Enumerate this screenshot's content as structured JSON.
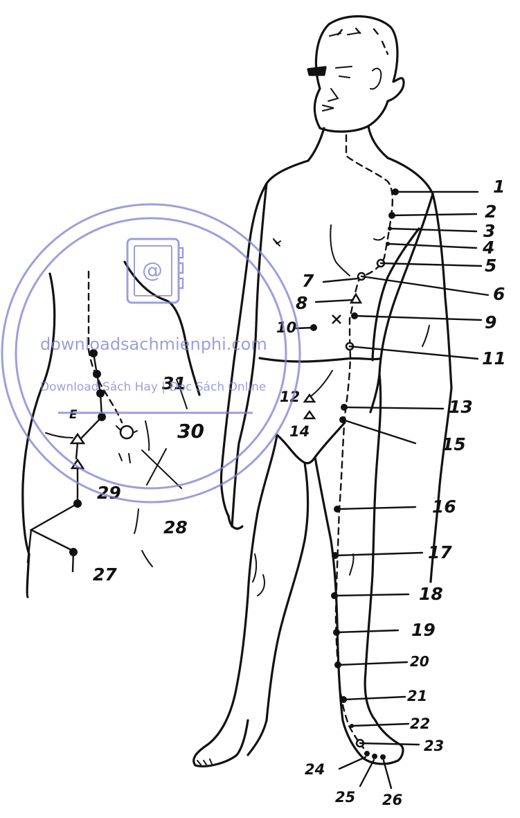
{
  "labels": {
    "n1": "1",
    "n2": "2",
    "n3": "3",
    "n4": "4",
    "n5": "5",
    "n6": "6",
    "n7": "7",
    "n8": "8",
    "n9": "9",
    "n10": "10",
    "n11": "11",
    "n12": "12",
    "n13": "13",
    "n14": "14",
    "n15": "15",
    "n16": "16",
    "n17": "17",
    "n18": "18",
    "n19": "19",
    "n20": "20",
    "n21": "21",
    "n22": "22",
    "n23": "23",
    "n24": "24",
    "n25": "25",
    "n26": "26",
    "n27": "27",
    "n28": "28",
    "n29": "29",
    "n30": "30",
    "n31": "31"
  },
  "watermark": {
    "site": "downloadsachmienphi.com",
    "tagline": "Download Sách Hay | Đọc Sách Online",
    "color": "#7b7fd1",
    "icon": "book-at-icon"
  },
  "inset_letter": "E"
}
